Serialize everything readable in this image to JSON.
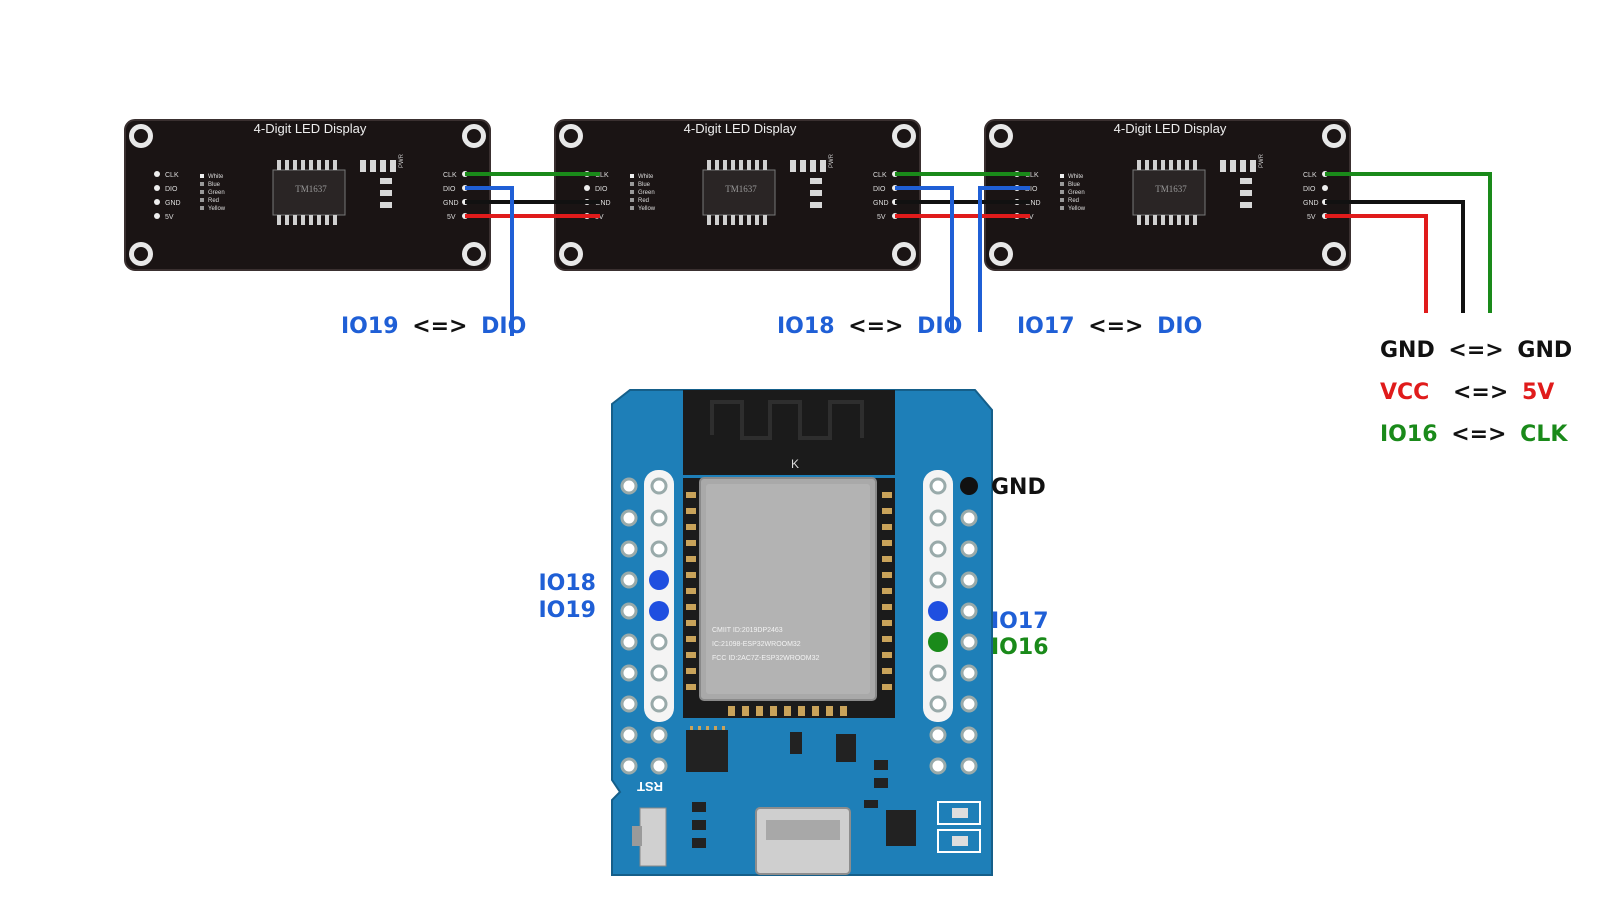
{
  "display_modules": [
    {
      "title": "4-Digit LED Display",
      "chip_label": "TM1637",
      "left_pins": [
        "CLK",
        "DIO",
        "GND",
        "5V"
      ],
      "right_pins": [
        "CLK",
        "DIO",
        "GND",
        "5V"
      ],
      "colors": [
        "White",
        "Blue",
        "Green",
        "Red",
        "Yellow"
      ],
      "pwr_label": "PWR"
    },
    {
      "title": "4-Digit LED Display",
      "chip_label": "TM1637",
      "left_pins": [
        "CLK",
        "DIO",
        "GND",
        "5V"
      ],
      "right_pins": [
        "CLK",
        "DIO",
        "GND",
        "5V"
      ],
      "colors": [
        "White",
        "Blue",
        "Green",
        "Red",
        "Yellow"
      ],
      "pwr_label": "PWR"
    },
    {
      "title": "4-Digit LED Display",
      "chip_label": "TM1637",
      "left_pins": [
        "CLK",
        "DIO",
        "GND",
        "5V"
      ],
      "right_pins": [
        "CLK",
        "DIO",
        "GND",
        "5V"
      ],
      "colors": [
        "White",
        "Blue",
        "Green",
        "Red",
        "Yellow"
      ],
      "pwr_label": "PWR"
    }
  ],
  "connection_labels": {
    "dio1": {
      "io": "IO19",
      "arrow": "<=>",
      "pin": "DIO"
    },
    "dio2": {
      "io": "IO18",
      "arrow": "<=>",
      "pin": "DIO"
    },
    "dio3": {
      "io": "IO17",
      "arrow": "<=>",
      "pin": "DIO"
    },
    "gnd": {
      "io": "GND",
      "arrow": "<=>",
      "pin": "GND"
    },
    "vcc": {
      "io": "VCC",
      "arrow": "<=>",
      "pin": "5V"
    },
    "clk": {
      "io": "IO16",
      "arrow": "<=>",
      "pin": "CLK"
    }
  },
  "board": {
    "antenna_mark": "K",
    "module_text": [
      "CMIIT ID:2019DP2463",
      "IC:21098-ESP32WROOM32",
      "FCC ID:2AC7Z-ESP32WROOM32"
    ],
    "rst_label": "RST",
    "pin_labels": {
      "gnd": "GND",
      "io18": "IO18",
      "io19": "IO19",
      "io17": "IO17",
      "io16": "IO16"
    }
  },
  "colors": {
    "blue": "#1f5fd6",
    "green": "#1a8a1a",
    "red": "#e01b1b",
    "black": "#111111",
    "pcb": "#1e7fb8",
    "display_pcb": "#1a1414"
  }
}
